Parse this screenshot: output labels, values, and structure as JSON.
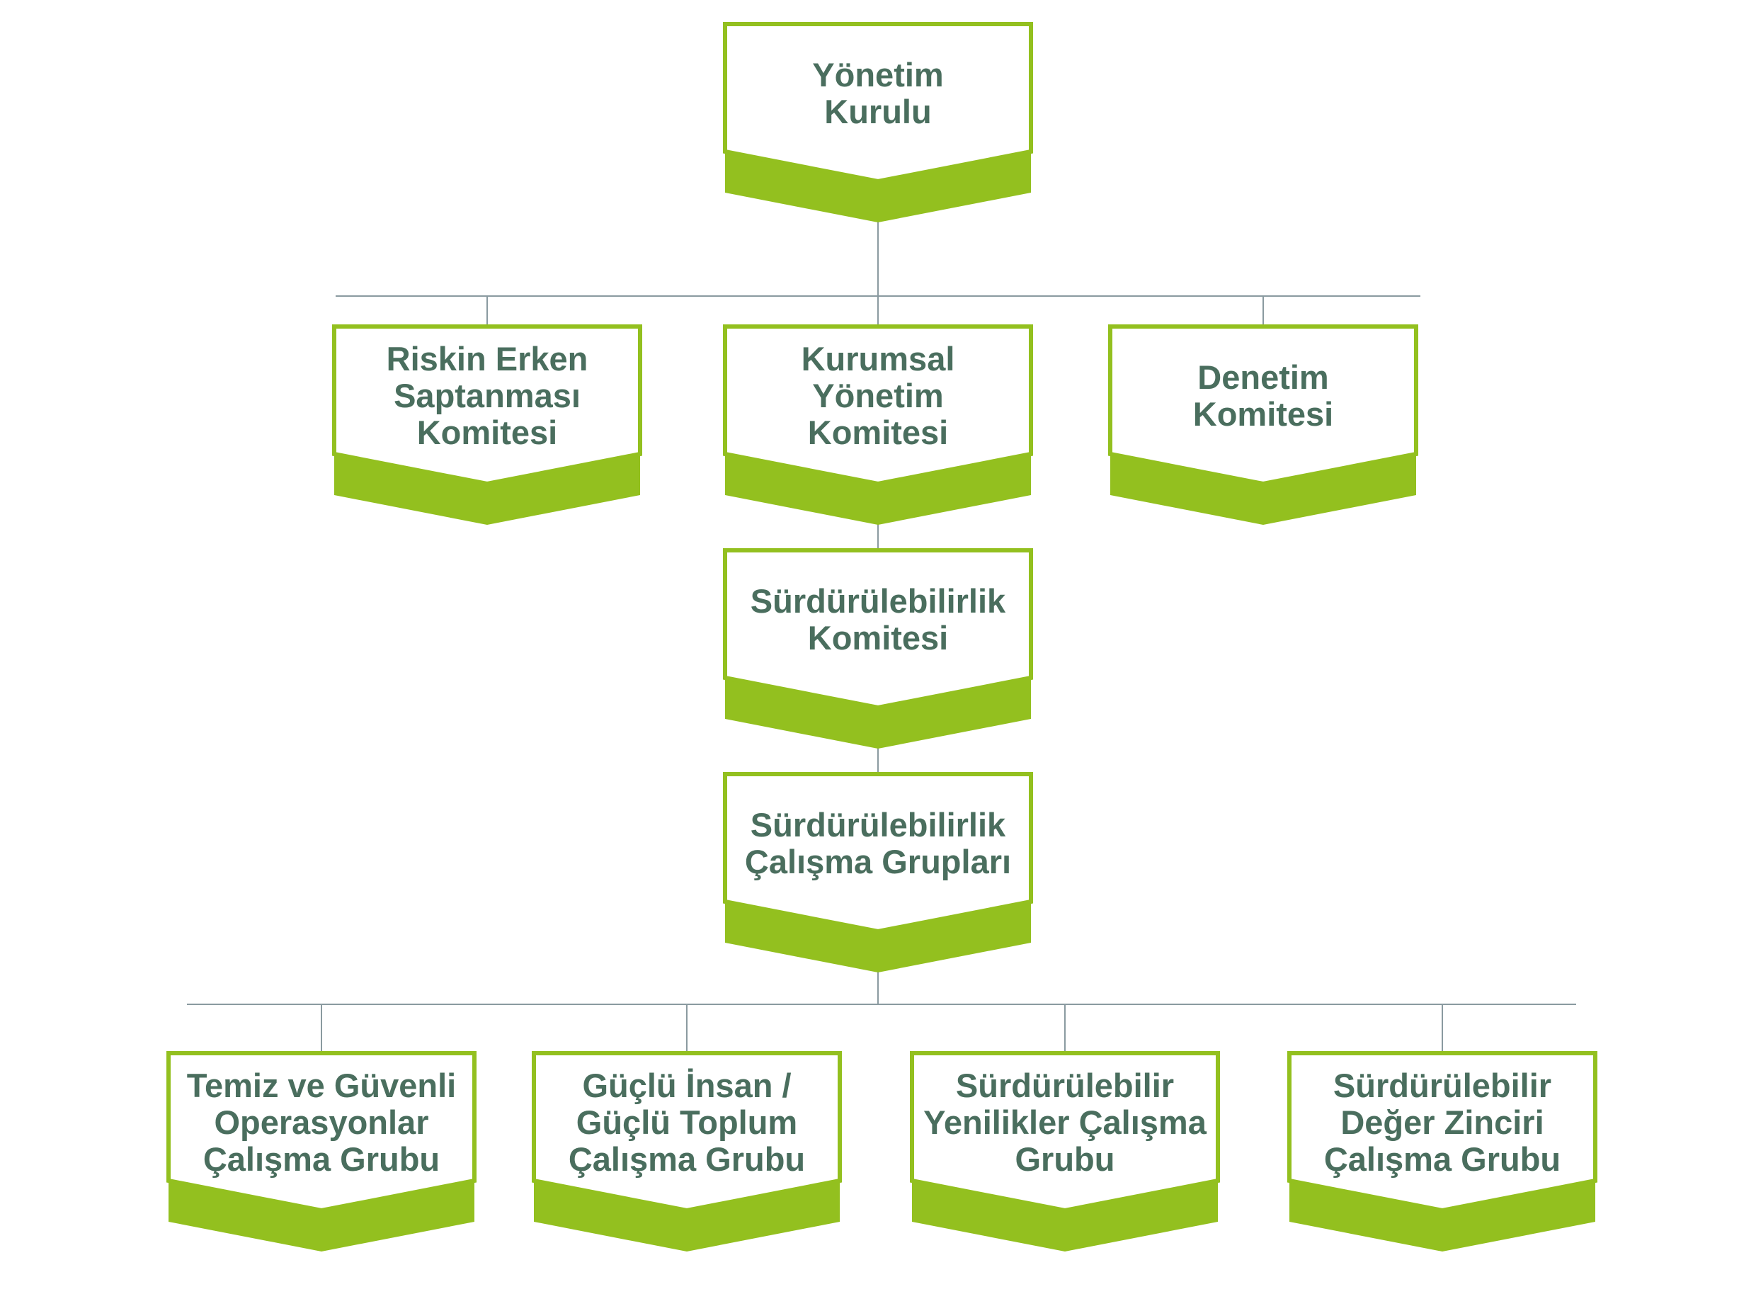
{
  "colors": {
    "accent": "#93c01f",
    "text": "#4a6e5e",
    "connector": "#8a9aa0",
    "box_fill": "#ffffff"
  },
  "nodes": {
    "board": {
      "label": "Yönetim\nKurulu"
    },
    "risk_committee": {
      "label": "Riskin Erken\nSaptanması\nKomitesi"
    },
    "governance_committee": {
      "label": "Kurumsal\nYönetim\nKomitesi"
    },
    "audit_committee": {
      "label": "Denetim\nKomitesi"
    },
    "sustainability_committee": {
      "label": "Sürdürülebilirlik\nKomitesi"
    },
    "working_groups": {
      "label": "Sürdürülebilirlik\nÇalışma Grupları"
    },
    "wg_operations": {
      "label": "Temiz ve Güvenli\nOperasyonlar\nÇalışma Grubu"
    },
    "wg_society": {
      "label": "Güçlü İnsan /\nGüçlü Toplum\nÇalışma Grubu"
    },
    "wg_innovation": {
      "label": "Sürdürülebilir\nYenilikler Çalışma\nGrubu"
    },
    "wg_value_chain": {
      "label": "Sürdürülebilir\nDeğer Zinciri\nÇalışma Grubu"
    }
  }
}
